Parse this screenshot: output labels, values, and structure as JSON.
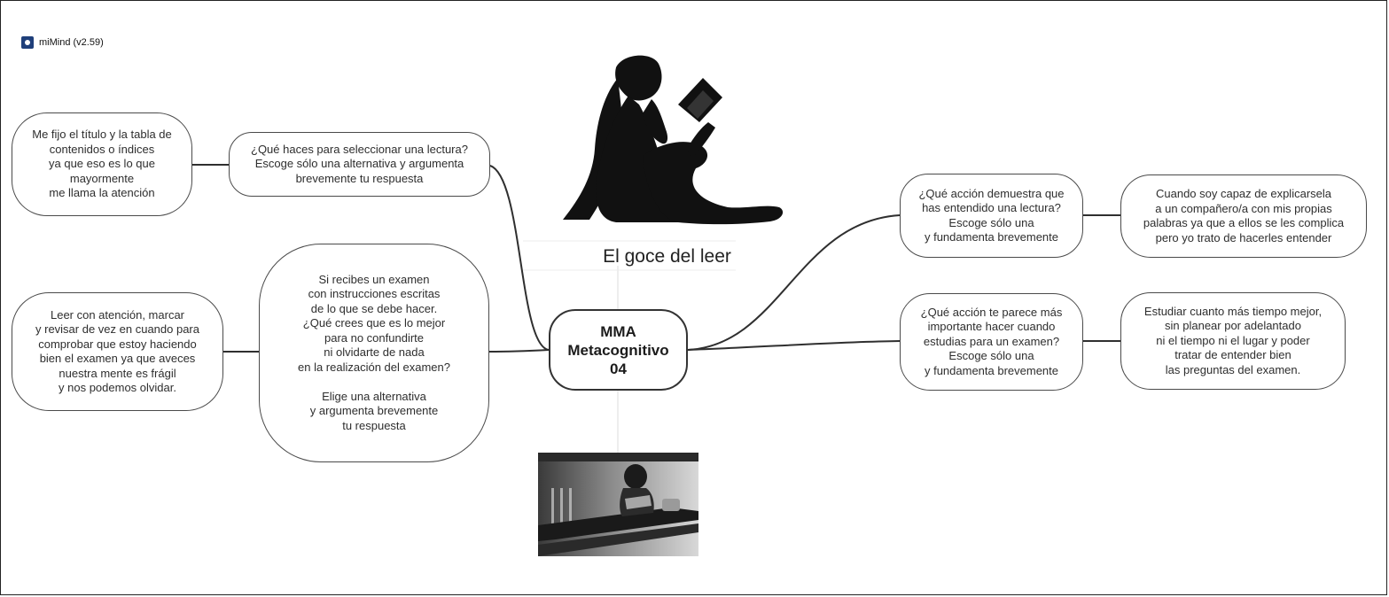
{
  "app": {
    "title": "miMind (v2.59)"
  },
  "central": {
    "label": "MMA\nMetacognitivo\n04"
  },
  "caption": {
    "text": "El goce del leer"
  },
  "left_branches": [
    {
      "question": "¿Qué haces para seleccionar una lectura?\nEscoge sólo una alternativa y argumenta\nbrevemente tu respuesta",
      "answer": "Me fijo el título y la tabla de\ncontenidos o índices\nya que eso es lo que\nmayormente\nme llama la atención"
    },
    {
      "question": "Si recibes un examen\ncon instrucciones escritas\nde lo que se debe hacer.\n¿Qué crees que es lo mejor\npara no confundirte\nni olvidarte de nada\nen la realización del examen?\n\nElige una alternativa\ny argumenta brevemente\ntu respuesta",
      "answer": "Leer con atención, marcar\ny revisar de vez en cuando para\ncomprobar que estoy haciendo\nbien el examen ya que aveces\nnuestra mente es frágil\ny nos podemos olvidar."
    }
  ],
  "right_branches": [
    {
      "question": "¿Qué acción demuestra que\nhas entendido una lectura?\nEscoge sólo una\ny fundamenta brevemente",
      "answer": "Cuando soy capaz de explicarsela\na un compañero/a con mis propias\npalabras ya que a ellos se les complica\npero yo trato de hacerles entender"
    },
    {
      "question": "¿Qué acción te parece más\nimportante hacer cuando\nestudias para un examen?\nEscoge sólo una\ny fundamenta brevemente",
      "answer": "Estudiar cuanto más tiempo mejor,\nsin planear por adelantado\nni el tiempo ni el lugar y poder\ntratar de entender bien\nlas preguntas del examen."
    }
  ],
  "colors": {
    "line": "#2f2f2f",
    "node_border": "#4a4a4a",
    "app_logo": "#1f3f7a"
  },
  "icons": {
    "app": "mimind-logo-icon",
    "reader": "reading-woman-silhouette",
    "photo": "bench-reader-photo"
  }
}
